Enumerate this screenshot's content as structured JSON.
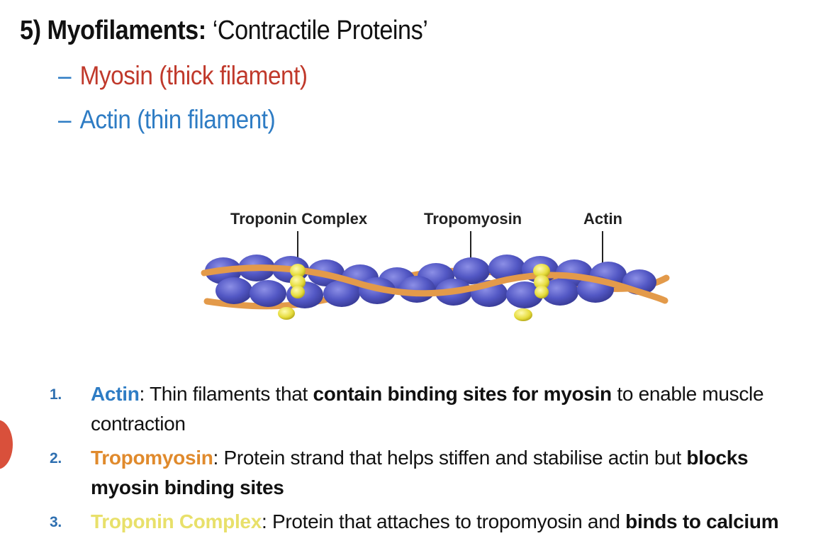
{
  "heading": {
    "number_title": "5) Myofilaments:",
    "subtitle": "‘Contractile Proteins’"
  },
  "bullets": [
    {
      "dash": "–",
      "text": "Myosin (thick filament)",
      "color": "#c0392b"
    },
    {
      "dash": "–",
      "text": "Actin (thin filament)",
      "color": "#2e7cc4"
    }
  ],
  "diagram": {
    "labels": [
      "Troponin Complex",
      "Tropomyosin",
      "Actin"
    ]
  },
  "list": [
    {
      "num": "1.",
      "term": "Actin",
      "text1": ": Thin filaments that ",
      "bold": "contain binding sites for myosin",
      "text2": " to enable muscle contraction"
    },
    {
      "num": "2.",
      "term": "Tropomyosin",
      "text1": ": Protein strand that helps stiffen and stabilise actin but ",
      "bold": "blocks myosin binding sites",
      "text2": ""
    },
    {
      "num": "3.",
      "term": "Troponin Complex",
      "text1": ": Protein that attaches to tropomyosin and ",
      "bold": "binds to calcium",
      "text2": ""
    }
  ],
  "colors": {
    "actin": "#2e7cc4",
    "tropomyosin": "#e08a2c",
    "troponin": "#e8e06a",
    "myosin": "#c0392b"
  }
}
